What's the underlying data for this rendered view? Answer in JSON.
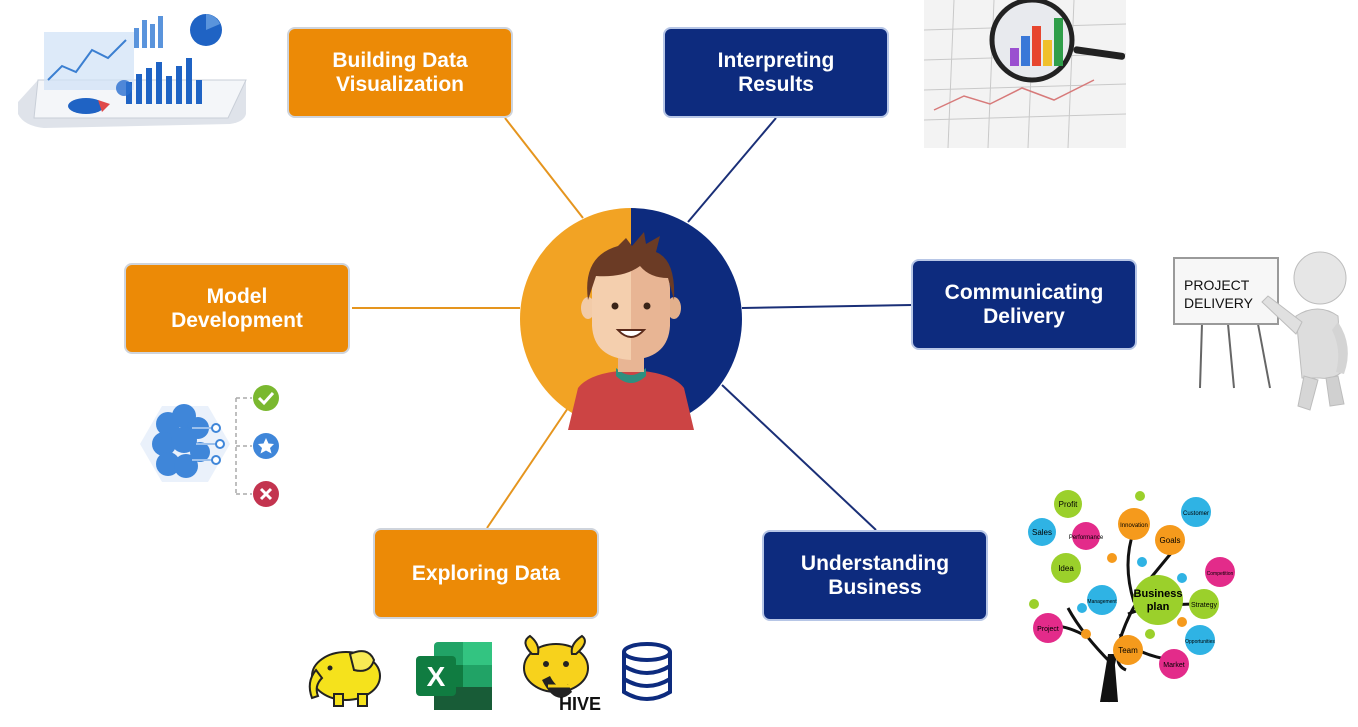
{
  "nodes": {
    "building_viz": "Building Data\nVisualization",
    "interpreting": "Interpreting\nResults",
    "communicating": "Communicating\nDelivery",
    "understanding": "Understanding\nBusiness",
    "exploring": "Exploring Data",
    "model_dev": "Model\nDevelopment"
  },
  "illustrations": {
    "project_board": [
      "PROJECT",
      "DELIVERY"
    ],
    "tree_center": [
      "Business",
      "plan"
    ],
    "tree_bubbles": [
      "Profit",
      "Sales",
      "Performance",
      "Innovation",
      "Customer",
      "Goals",
      "Idea",
      "Competition",
      "Management",
      "Strategy",
      "Project",
      "Team",
      "Opportunities",
      "Market"
    ],
    "hive_label": "HIVE",
    "excel_letter": "X"
  },
  "colors": {
    "orange": "#ec8a06",
    "navy": "#0d2b7e",
    "orange_line": "#e5951e",
    "navy_line": "#1a2f77",
    "avatar_orange": "#f2a324",
    "avatar_navy": "#0d2b7e"
  }
}
